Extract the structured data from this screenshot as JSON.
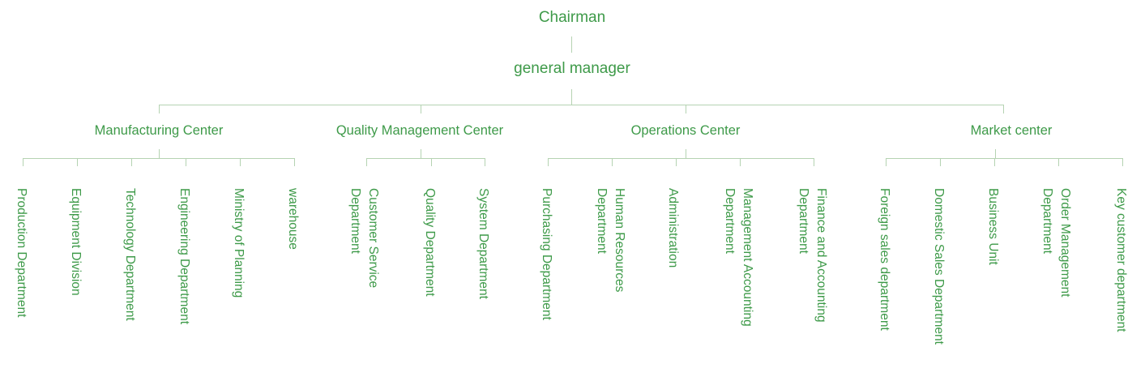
{
  "chart_data": {
    "type": "org-chart",
    "colors": {
      "text": "#3e9a49",
      "line": "#b5d3b2"
    },
    "root": {
      "label": "Chairman",
      "children": [
        {
          "label": "general manager",
          "children": [
            {
              "label": "Manufacturing Center",
              "children": [
                "Production Department",
                "Equipment Division",
                "Technology Department",
                "Engineering Department",
                "Ministry of Planning",
                "warehouse"
              ]
            },
            {
              "label": "Quality Management Center",
              "children": [
                "Customer Service\nDepartment",
                "Quality Department",
                "System Department"
              ]
            },
            {
              "label": "Operations Center",
              "children": [
                "Purchasing Department",
                "Human Resources\nDepartment",
                "Administration",
                "Management Accounting\nDepartment",
                "Finance and Accounting\nDepartment"
              ]
            },
            {
              "label": "Market center",
              "children": [
                "Foreign sales department",
                "Domestic Sales Department",
                "Business Unit",
                "Order Management\nDepartment",
                "Key customer department"
              ]
            }
          ]
        }
      ]
    }
  }
}
